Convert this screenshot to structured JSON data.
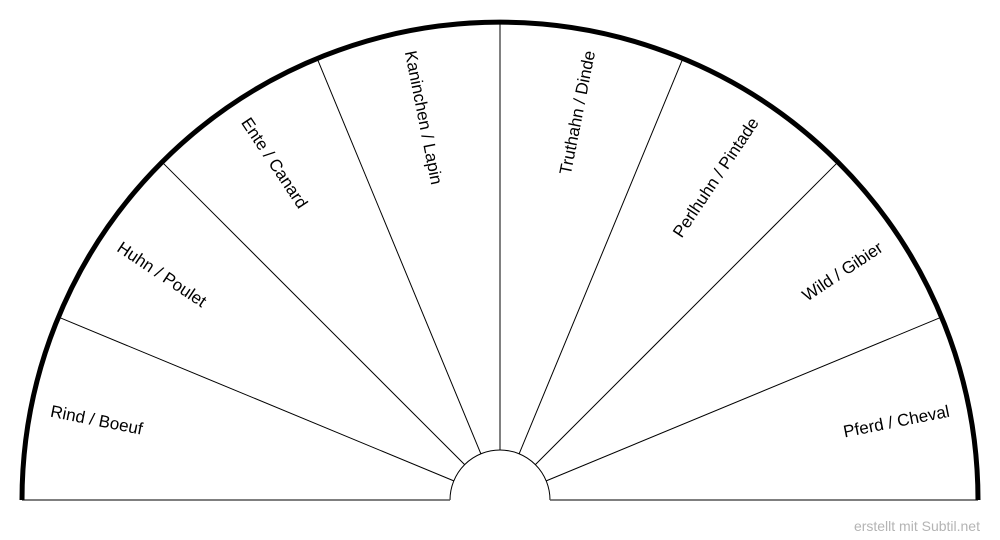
{
  "chart": {
    "segments": [
      {
        "label": "Rind / Boeuf"
      },
      {
        "label": "Huhn / Poulet"
      },
      {
        "label": "Ente / Canard"
      },
      {
        "label": "Kaninchen / Lapin"
      },
      {
        "label": "Truthahn / Dinde"
      },
      {
        "label": "Perlhuhn / Pintade"
      },
      {
        "label": "Wild / Gibier"
      },
      {
        "label": "Pferd / Cheval"
      }
    ]
  },
  "footer": {
    "credit": "erstellt mit Subtil.net"
  }
}
